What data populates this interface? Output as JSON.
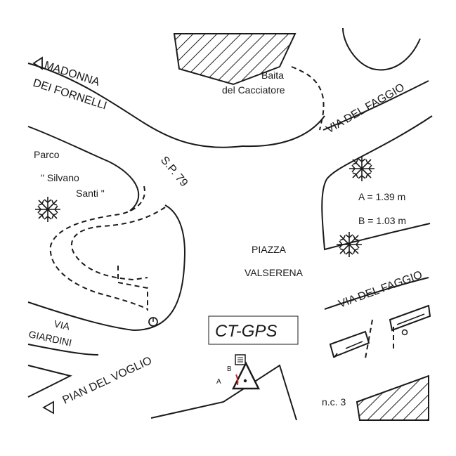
{
  "map": {
    "labels": {
      "madonna_line1": "MADONNA",
      "madonna_line2": "DEI FORNELLI",
      "baita_line1": "Baita",
      "baita_line2": "del Cacciatore",
      "via_del_faggio_top": "VIA DEL FAGGIO",
      "via_del_faggio_bottom": "VIA DEL FAGGIO",
      "sp79": "S.P. 79",
      "parco_line1": "Parco",
      "parco_line2": "\" Silvano",
      "parco_line3": "Santi \"",
      "piazza_line1": "PIAZZA",
      "piazza_line2": "VALSERENA",
      "via_giardini_line1": "VIA",
      "via_giardini_line2": "GIARDINI",
      "pian_del_voglio": "PIAN  DEL VOGLIO",
      "nc3": "n.c. 3",
      "station": "CT-GPS",
      "offset_a": "A = 1.39 m",
      "offset_b": "B = 1.03 m",
      "marker_a": "A",
      "marker_b": "B"
    },
    "colors": {
      "ink": "#1a1a1a",
      "accent": "#cc2222"
    },
    "icons": [
      "direction-arrow-icon",
      "tree-icon",
      "clock-icon",
      "gps-station-triangle-icon",
      "antenna-box-icon"
    ]
  }
}
